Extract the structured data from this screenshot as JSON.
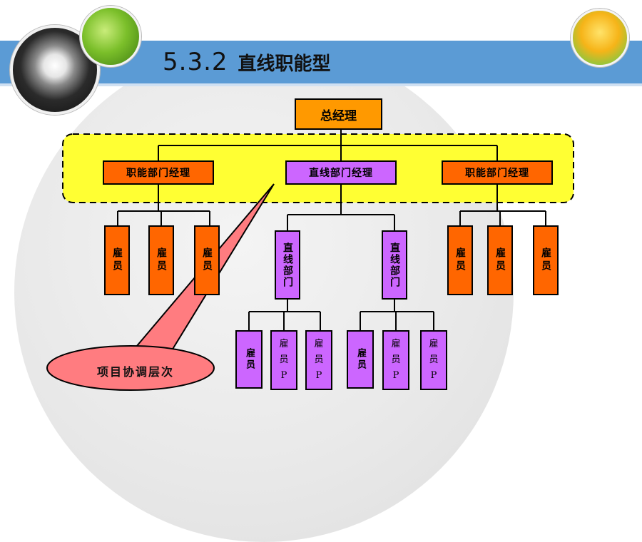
{
  "title": {
    "number": "5.3.2",
    "text": "直线职能型"
  },
  "org": {
    "top": "总经理",
    "functional_manager_left": "职能部门经理",
    "line_manager": "直线部门经理",
    "functional_manager_right": "职能部门经理",
    "left_staff": [
      "雇员",
      "雇员",
      "雇员"
    ],
    "right_staff": [
      "雇员",
      "雇员",
      "雇员"
    ],
    "line_dept_1": "直线部门",
    "line_dept_2": "直线部门",
    "dept1_staff": [
      {
        "label": "雇员",
        "suffix": ""
      },
      {
        "label": "雇员",
        "suffix": "P"
      },
      {
        "label": "雇员",
        "suffix": "P"
      }
    ],
    "dept2_staff": [
      {
        "label": "雇员",
        "suffix": ""
      },
      {
        "label": "雇员",
        "suffix": "P"
      },
      {
        "label": "雇员",
        "suffix": "P"
      }
    ]
  },
  "callout": {
    "text": "项目协调层次"
  },
  "colors": {
    "header": "#5b9bd5",
    "top_box": "#ff9900",
    "functional": "#ff6600",
    "line": "#cc66ff",
    "highlight": "#ffff33",
    "callout": "#ff7c80"
  }
}
